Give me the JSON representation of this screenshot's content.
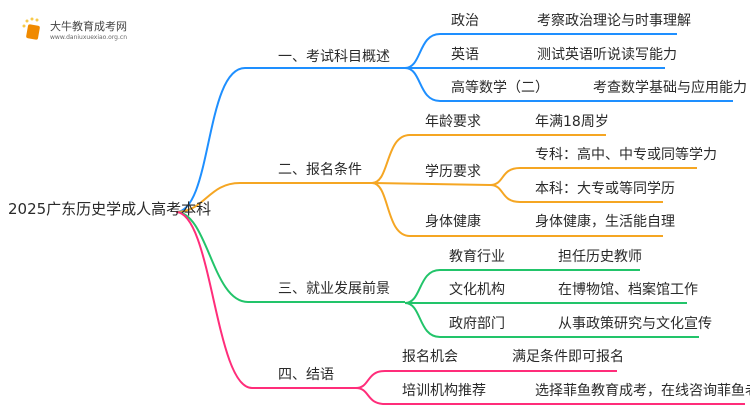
{
  "logo": {
    "name": "大牛教育成考网",
    "url": "www.daniuxuexiao.org.cn"
  },
  "colors": {
    "b1": "#1e8fff",
    "b2": "#f5a623",
    "b3": "#22c46a",
    "b4": "#ff2d7a"
  },
  "root": "2025广东历史学成人高考本科",
  "branches": [
    {
      "label": "一、考试科目概述",
      "children": [
        {
          "label": "政治",
          "detail": "考察政治理论与时事理解"
        },
        {
          "label": "英语",
          "detail": "测试英语听说读写能力"
        },
        {
          "label": "高等数学（二）",
          "detail": "考查数学基础与应用能力"
        }
      ]
    },
    {
      "label": "二、报名条件",
      "children": [
        {
          "label": "年龄要求",
          "detail": "年满18周岁"
        },
        {
          "label": "学历要求",
          "details": [
            "专科：高中、中专或同等学力",
            "本科：大专或等同学历"
          ]
        },
        {
          "label": "身体健康",
          "detail": "身体健康，生活能自理"
        }
      ]
    },
    {
      "label": "三、就业发展前景",
      "children": [
        {
          "label": "教育行业",
          "detail": "担任历史教师"
        },
        {
          "label": "文化机构",
          "detail": "在博物馆、档案馆工作"
        },
        {
          "label": "政府部门",
          "detail": "从事政策研究与文化宣传"
        }
      ]
    },
    {
      "label": "四、结语",
      "children": [
        {
          "label": "报名机会",
          "detail": "满足条件即可报名"
        },
        {
          "label": "培训机构推荐",
          "detail": "选择菲鱼教育成考，在线咨询菲鱼老师"
        }
      ]
    }
  ]
}
